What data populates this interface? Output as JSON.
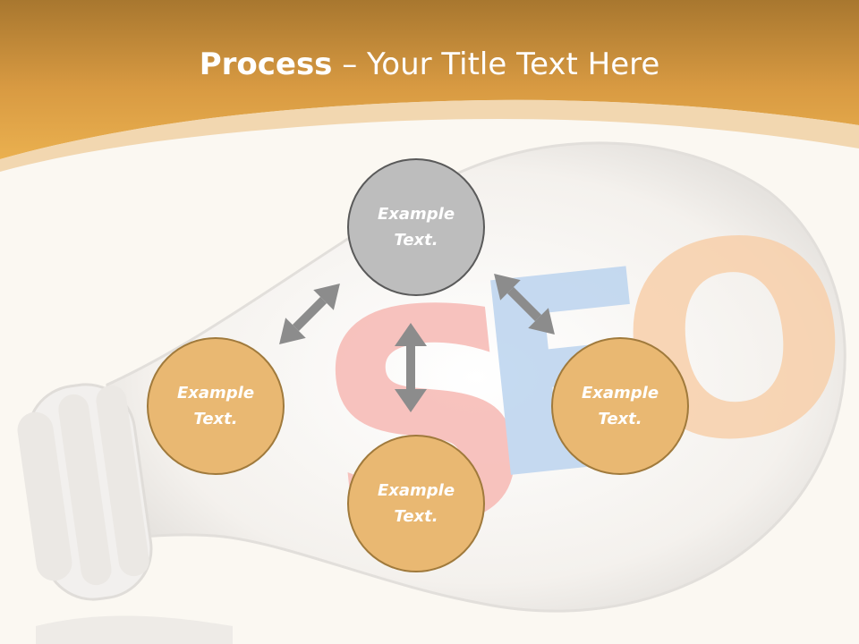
{
  "title": {
    "bold": "Process",
    "rest": " – Your Title Text Here"
  },
  "colors": {
    "header": "#e3a446",
    "node_top": "#bdbdbd",
    "node_orange": "#e9b872",
    "arrow": "#8c8c8c"
  },
  "nodes": {
    "top": {
      "text": "Example Text."
    },
    "left": {
      "text": "Example Text."
    },
    "right": {
      "text": "Example Text."
    },
    "bottom": {
      "text": "Example Text."
    }
  },
  "watermark": {
    "letters": [
      "S",
      "E",
      "O"
    ]
  }
}
